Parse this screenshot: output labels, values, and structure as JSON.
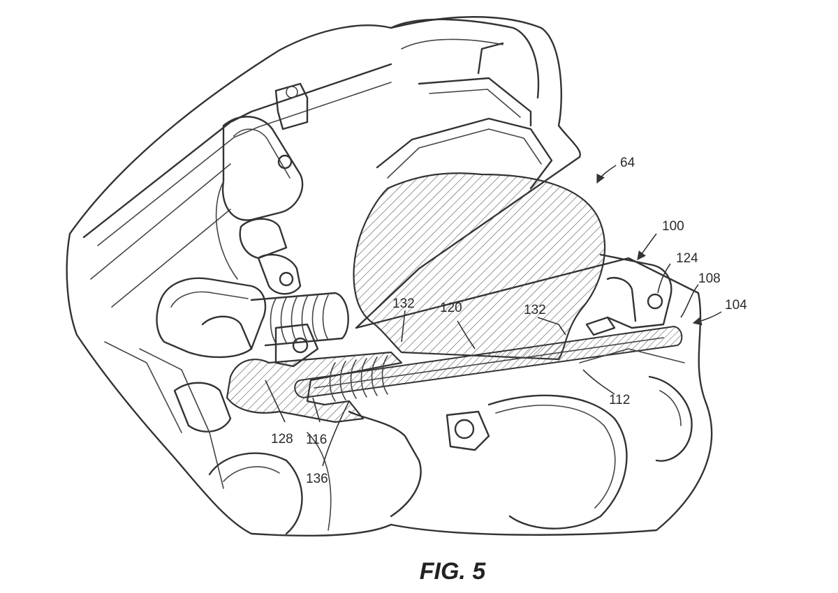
{
  "figure": {
    "caption": "FIG. 5"
  },
  "labels": {
    "r64": "64",
    "r100": "100",
    "r124": "124",
    "r108": "108",
    "r104": "104",
    "r132a": "132",
    "r120": "120",
    "r132b": "132",
    "r112": "112",
    "r128": "128",
    "r116": "116",
    "r136": "136"
  },
  "colors": {
    "line": "#333333",
    "background": "#ffffff"
  }
}
